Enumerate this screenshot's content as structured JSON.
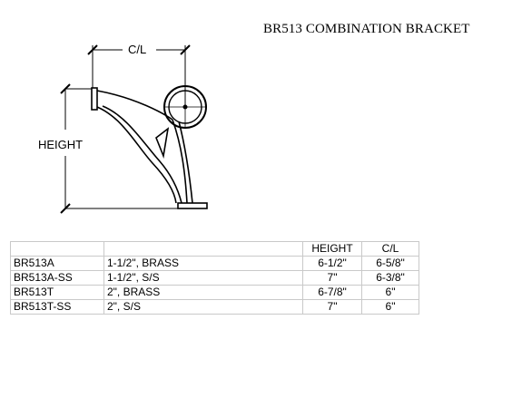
{
  "title": "BR513 COMBINATION BRACKET",
  "drawing": {
    "cl_label": "C/L",
    "height_label": "HEIGHT"
  },
  "table": {
    "headers": [
      "",
      "",
      "HEIGHT",
      "C/L"
    ],
    "rows": [
      [
        "BR513A",
        "1-1/2\", BRASS",
        "6-1/2\"",
        "6-5/8\""
      ],
      [
        "BR513A-SS",
        "1-1/2\", S/S",
        "7\"",
        "6-3/8\""
      ],
      [
        "BR513T",
        "2\", BRASS",
        "6-7/8\"",
        "6\""
      ],
      [
        "BR513T-SS",
        "2\", S/S",
        "7\"",
        "6\""
      ]
    ]
  }
}
